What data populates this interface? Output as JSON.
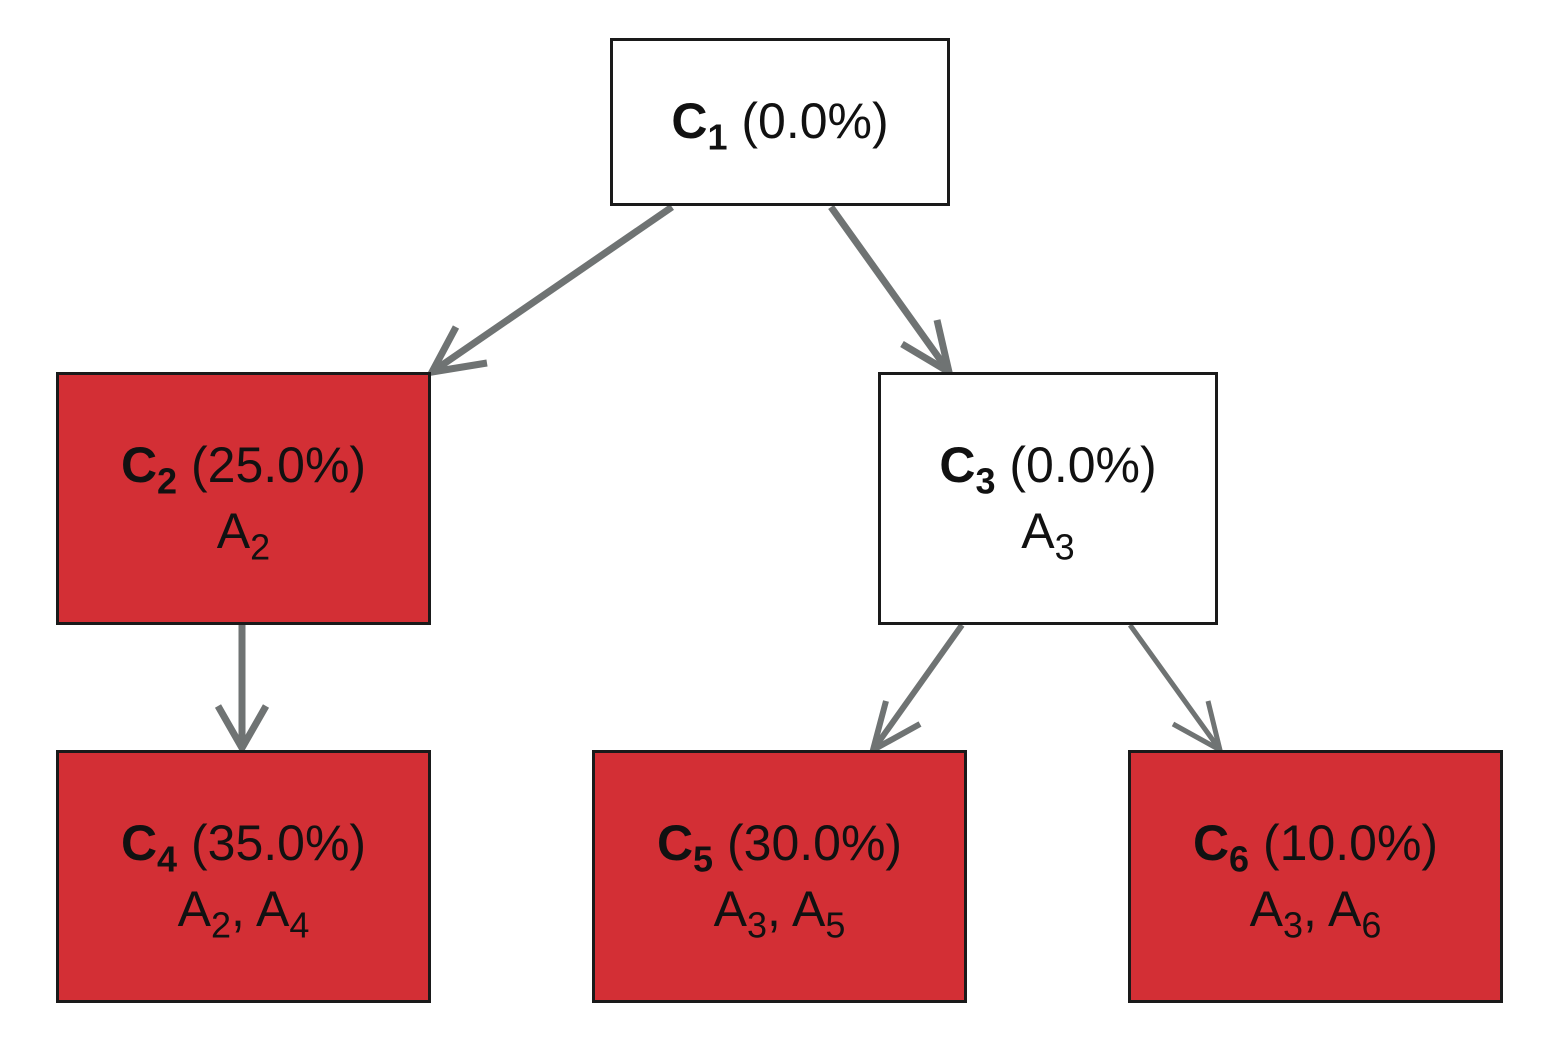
{
  "colors": {
    "flagged_fill": "#d32f35",
    "clear_fill": "#ffffff",
    "border": "#1a1a1a",
    "edge": "#6f7373",
    "text": "#111111"
  },
  "nodes": [
    {
      "key": "c1",
      "letter": "C",
      "index": "1",
      "percent": "(0.0%)",
      "flagged": false,
      "actions": []
    },
    {
      "key": "c2",
      "letter": "C",
      "index": "2",
      "percent": "(25.0%)",
      "flagged": true,
      "actions": [
        {
          "letter": "A",
          "index": "2"
        }
      ]
    },
    {
      "key": "c3",
      "letter": "C",
      "index": "3",
      "percent": "(0.0%)",
      "flagged": false,
      "actions": [
        {
          "letter": "A",
          "index": "3"
        }
      ]
    },
    {
      "key": "c4",
      "letter": "C",
      "index": "4",
      "percent": "(35.0%)",
      "flagged": true,
      "actions": [
        {
          "letter": "A",
          "index": "2"
        },
        {
          "letter": "A",
          "index": "4"
        }
      ]
    },
    {
      "key": "c5",
      "letter": "C",
      "index": "5",
      "percent": "(30.0%)",
      "flagged": true,
      "actions": [
        {
          "letter": "A",
          "index": "3"
        },
        {
          "letter": "A",
          "index": "5"
        }
      ]
    },
    {
      "key": "c6",
      "letter": "C",
      "index": "6",
      "percent": "(10.0%)",
      "flagged": true,
      "actions": [
        {
          "letter": "A",
          "index": "3"
        },
        {
          "letter": "A",
          "index": "6"
        }
      ]
    }
  ],
  "edges": [
    {
      "from": "c1",
      "to": "c2"
    },
    {
      "from": "c1",
      "to": "c3"
    },
    {
      "from": "c2",
      "to": "c4"
    },
    {
      "from": "c3",
      "to": "c5"
    },
    {
      "from": "c3",
      "to": "c6"
    }
  ]
}
